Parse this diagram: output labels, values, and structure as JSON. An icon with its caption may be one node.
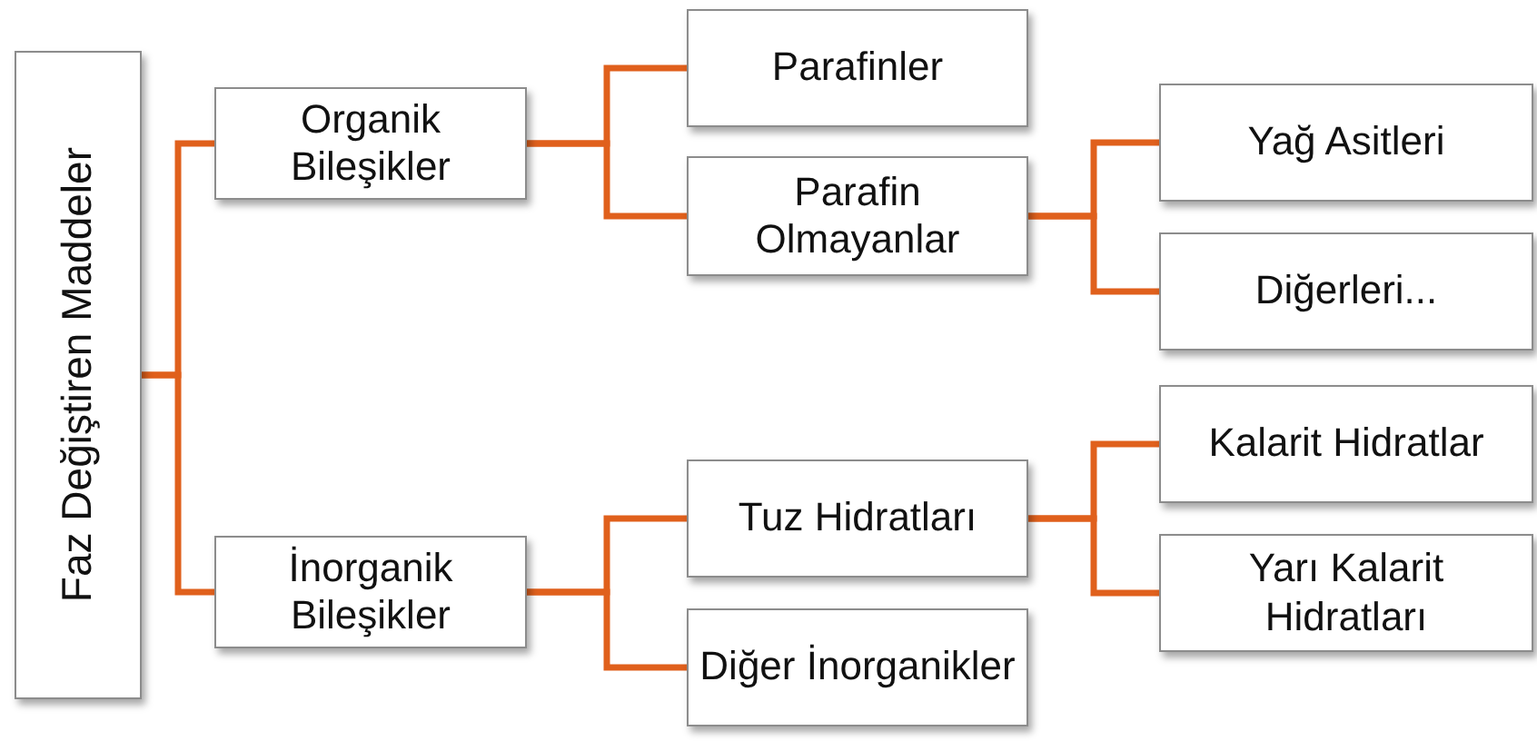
{
  "diagram": {
    "nodes": [
      {
        "text": [
          "Faz Değiştiren Maddeler"
        ]
      },
      {
        "text": [
          "Organik Bileşikler"
        ]
      },
      {
        "text": [
          "İnorganik Bileşikler"
        ]
      },
      {
        "text": [
          "Parafinler"
        ]
      },
      {
        "text": [
          "Parafin Olmayanlar"
        ]
      },
      {
        "text": [
          "Yağ Asitleri"
        ]
      },
      {
        "text": [
          "Diğerleri..."
        ]
      },
      {
        "text": [
          "Tuz Hidratları"
        ]
      },
      {
        "text": [
          "Diğer İnorganikler"
        ]
      },
      {
        "text": [
          "Kalarit Hidratlar"
        ]
      },
      {
        "text": [
          "Yarı Kalarit Hidratları"
        ]
      }
    ],
    "edges": [
      {
        "from": 0,
        "to": 1,
        "arrow": "none"
      },
      {
        "from": 0,
        "to": 2,
        "arrow": "none"
      },
      {
        "from": 1,
        "to": 3,
        "arrow": "none"
      },
      {
        "from": 1,
        "to": 4,
        "arrow": "none"
      },
      {
        "from": 4,
        "to": 5,
        "arrow": "none"
      },
      {
        "from": 4,
        "to": 6,
        "arrow": "none"
      },
      {
        "from": 2,
        "to": 7,
        "arrow": "none"
      },
      {
        "from": 2,
        "to": 8,
        "arrow": "none"
      },
      {
        "from": 7,
        "to": 9,
        "arrow": "none"
      },
      {
        "from": 7,
        "to": 10,
        "arrow": "none"
      }
    ]
  }
}
